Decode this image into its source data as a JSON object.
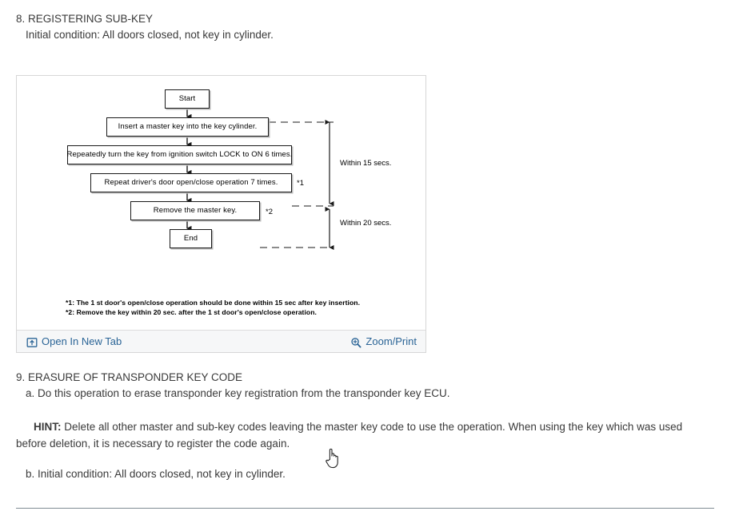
{
  "page": {
    "sections": [
      {
        "number": "8.",
        "title": "REGISTERING SUB-KEY",
        "sub": "Initial condition: All doors closed, not key in cylinder."
      },
      {
        "number": "9.",
        "title": "ERASURE OF TRANSPONDER KEY CODE",
        "item_a": "a. Do this operation to erase transponder key registration from the transponder key ECU.",
        "hint_label": "HINT:",
        "hint_text": "Delete all other master and sub-key codes leaving the master key code to use the operation. When using the key which was used before deletion, it is necessary to register the code again.",
        "item_b": "b. Initial condition: All doors closed, not key in cylinder."
      }
    ],
    "heading_8": "8. REGISTERING SUB-KEY",
    "sub_8": "Initial condition: All doors closed, not key in cylinder.",
    "heading_9": "9. ERASURE OF TRANSPONDER KEY CODE",
    "item_9a": "a. Do this operation to erase transponder key registration from the transponder key ECU.",
    "hint_label": "HINT:",
    "hint_body": " Delete all other master and sub-key codes leaving the master key code to use the operation. When using the key which was used before deletion, it is necessary to register the code again.",
    "item_9b": "b. Initial condition: All doors closed, not key in cylinder."
  },
  "figure": {
    "toolbar": {
      "open_in_new_tab": "Open In New Tab",
      "zoom_print": "Zoom/Print",
      "open_icon": "open-in-new-window-icon",
      "zoom_icon": "magnifier-plus-icon",
      "link_color": "#2a6496",
      "background": "#f6f7f8"
    },
    "flowchart": {
      "type": "flowchart",
      "nodes": [
        {
          "id": "start",
          "label": "Start"
        },
        {
          "id": "n1",
          "label": "Insert a master key into the key cylinder."
        },
        {
          "id": "n2",
          "label": "Repeatedly turn the key from ignition switch LOCK to ON 6 times."
        },
        {
          "id": "n3",
          "label": "Repeat driver's door open/close operation 7 times."
        },
        {
          "id": "n4",
          "label": "Remove the master key."
        },
        {
          "id": "end",
          "label": "End"
        }
      ],
      "markers": [
        {
          "id": "m1",
          "label": "*1"
        },
        {
          "id": "m2",
          "label": "*2"
        }
      ],
      "brackets": [
        {
          "id": "b1",
          "label": "Within 15 secs."
        },
        {
          "id": "b2",
          "label": "Within 20 secs."
        }
      ],
      "footnotes": [
        "*1: The 1 st door's open/close operation should be done within 15 sec after key insertion.",
        "*2: Remove the key within 20 sec. after the 1 st door's open/close operation."
      ]
    }
  },
  "cursor": {
    "type": "pointer-hand-cursor"
  }
}
